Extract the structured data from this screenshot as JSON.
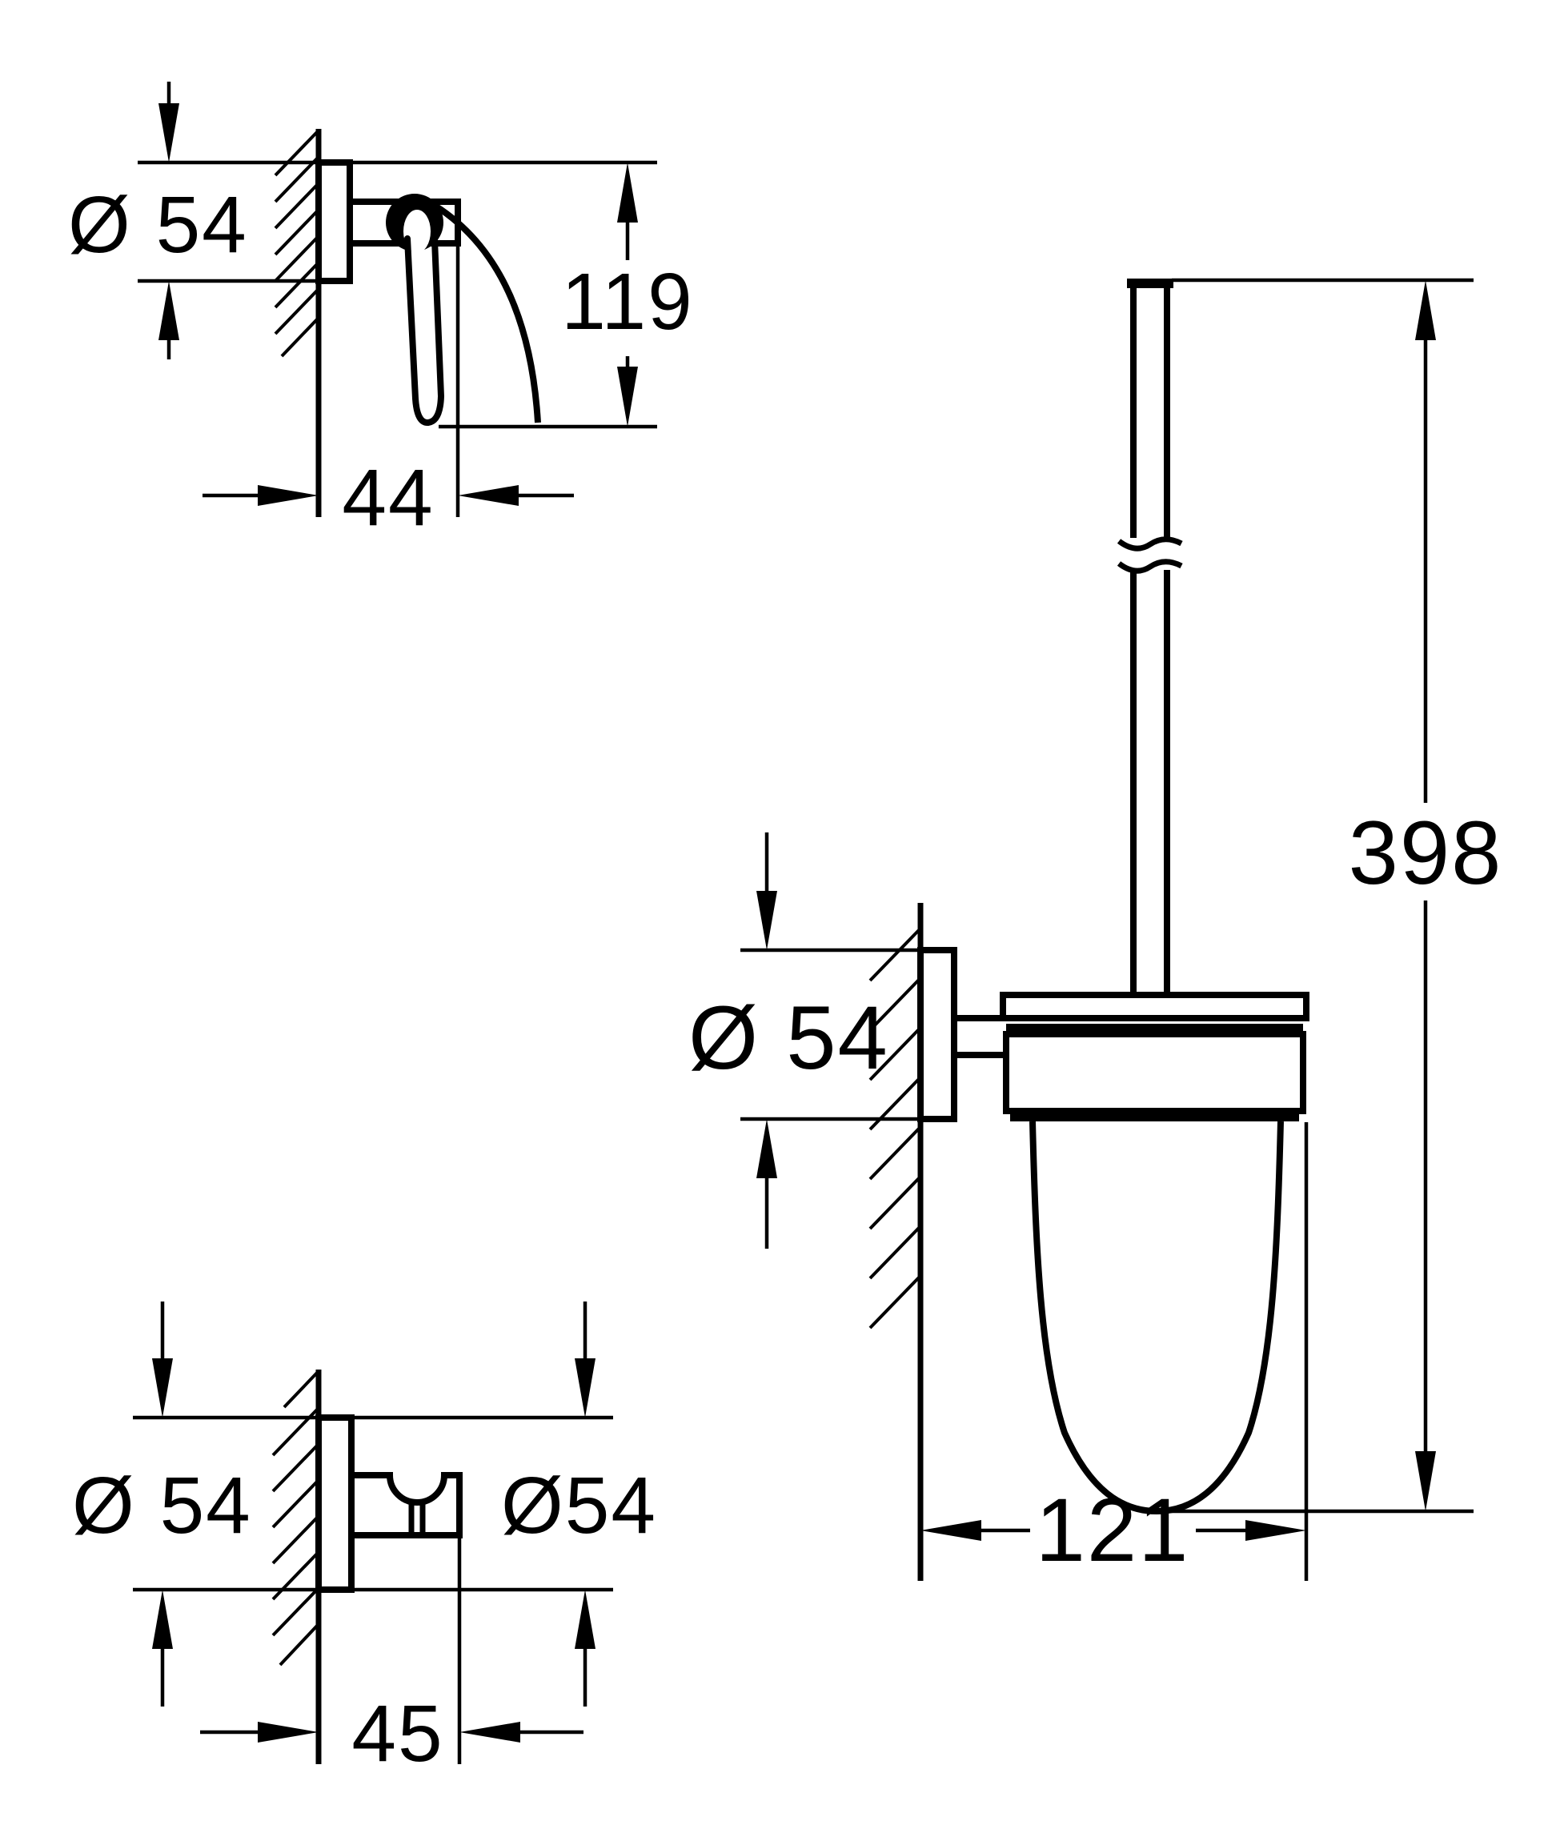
{
  "drawing": {
    "type": "technical-dimension-drawing",
    "background_color": "#ffffff",
    "line_color": "#000000",
    "figures": {
      "paper_holder": {
        "description": "toilet paper holder side view",
        "dims": {
          "diameter": "Ø 54",
          "height": "119",
          "depth": "44"
        }
      },
      "brush_set": {
        "description": "toilet brush set side view",
        "dims": {
          "height": "398",
          "diameter": "Ø 54",
          "width": "121"
        }
      },
      "robe_hook": {
        "description": "robe hook side view",
        "dims": {
          "diameter_left": "Ø 54",
          "diameter_right": "Ø54",
          "width": "45"
        }
      }
    }
  }
}
